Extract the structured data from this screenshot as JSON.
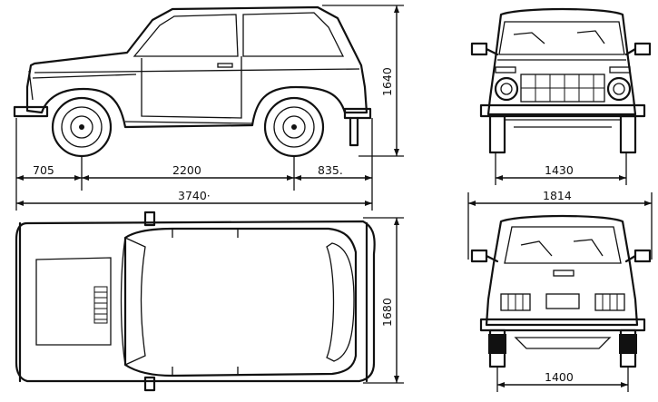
{
  "dimensions": {
    "front_overhang": "705",
    "wheelbase": "2200",
    "rear_overhang": "835.",
    "overall_length": "3740·",
    "height": "1640",
    "front_track": "1430",
    "overall_width": "1814",
    "top_view_width": "1680",
    "rear_track": "1400"
  }
}
